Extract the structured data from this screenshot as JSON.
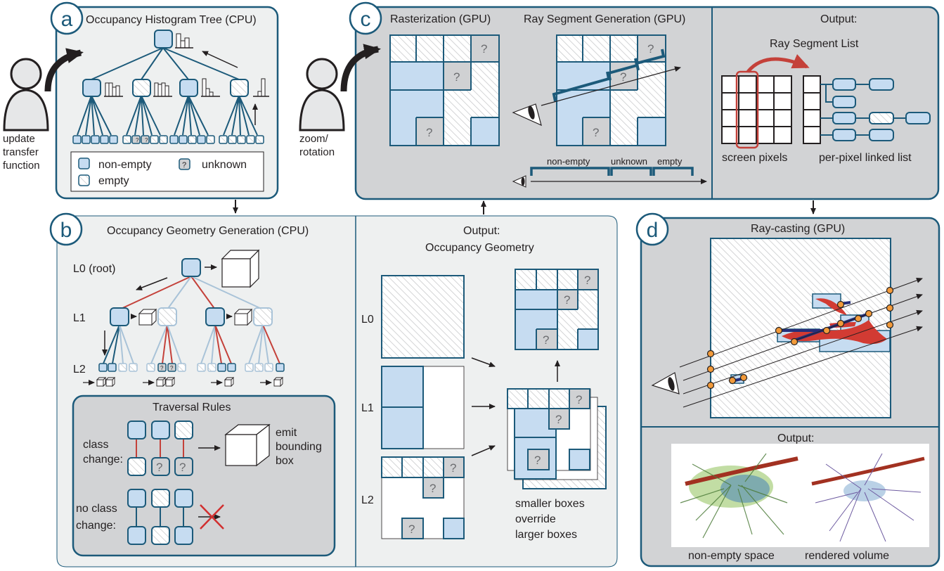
{
  "panel_a": {
    "badge": "a",
    "title": "Occupancy Histogram Tree (CPU)",
    "user_label": [
      "update",
      "transfer",
      "function"
    ],
    "legend": {
      "non_empty": "non-empty",
      "unknown": "unknown",
      "empty": "empty"
    }
  },
  "panel_b": {
    "badge": "b",
    "title": "Occupancy Geometry Generation (CPU)",
    "level_l0": "L0 (root)",
    "level_l1": "L1",
    "level_l2": "L2",
    "rules_title": "Traversal Rules",
    "class_change": [
      "class",
      "change:"
    ],
    "no_class_change": [
      "no class",
      "change:"
    ],
    "emit": [
      "emit",
      "bounding",
      "box"
    ],
    "output_title": [
      "Output:",
      "Occupancy Geometry"
    ],
    "out_l0": "L0",
    "out_l1": "L1",
    "out_l2": "L2",
    "override_note": [
      "smaller boxes",
      "override",
      "larger boxes"
    ]
  },
  "panel_c": {
    "badge": "c",
    "user_label": [
      "zoom/",
      "rotation"
    ],
    "raster_title": "Rasterization (GPU)",
    "segment_title": "Ray Segment Generation (GPU)",
    "seg_non_empty": "non-empty",
    "seg_unknown": "unknown",
    "seg_empty": "empty",
    "output_title": "Output:",
    "ray_segment_list": "Ray Segment List",
    "screen_pixels": "screen pixels",
    "per_pixel_list": "per-pixel linked list"
  },
  "panel_d": {
    "badge": "d",
    "title": "Ray-casting (GPU)",
    "output_title": "Output:",
    "caption_left": "non-empty space",
    "caption_right": "rendered volume"
  },
  "unknown_symbol": "?",
  "colors": {
    "frame": "#1c5a7a",
    "panel_light": "#eef0f0",
    "panel_gray": "#d2d3d5",
    "fill_blue": "#c6dcf1",
    "fill_unknown": "#d0d1d3",
    "red": "#c4413a",
    "light_blue_edge": "#a9c3d8",
    "orange": "#f29a3a",
    "navy": "#262f7a"
  }
}
